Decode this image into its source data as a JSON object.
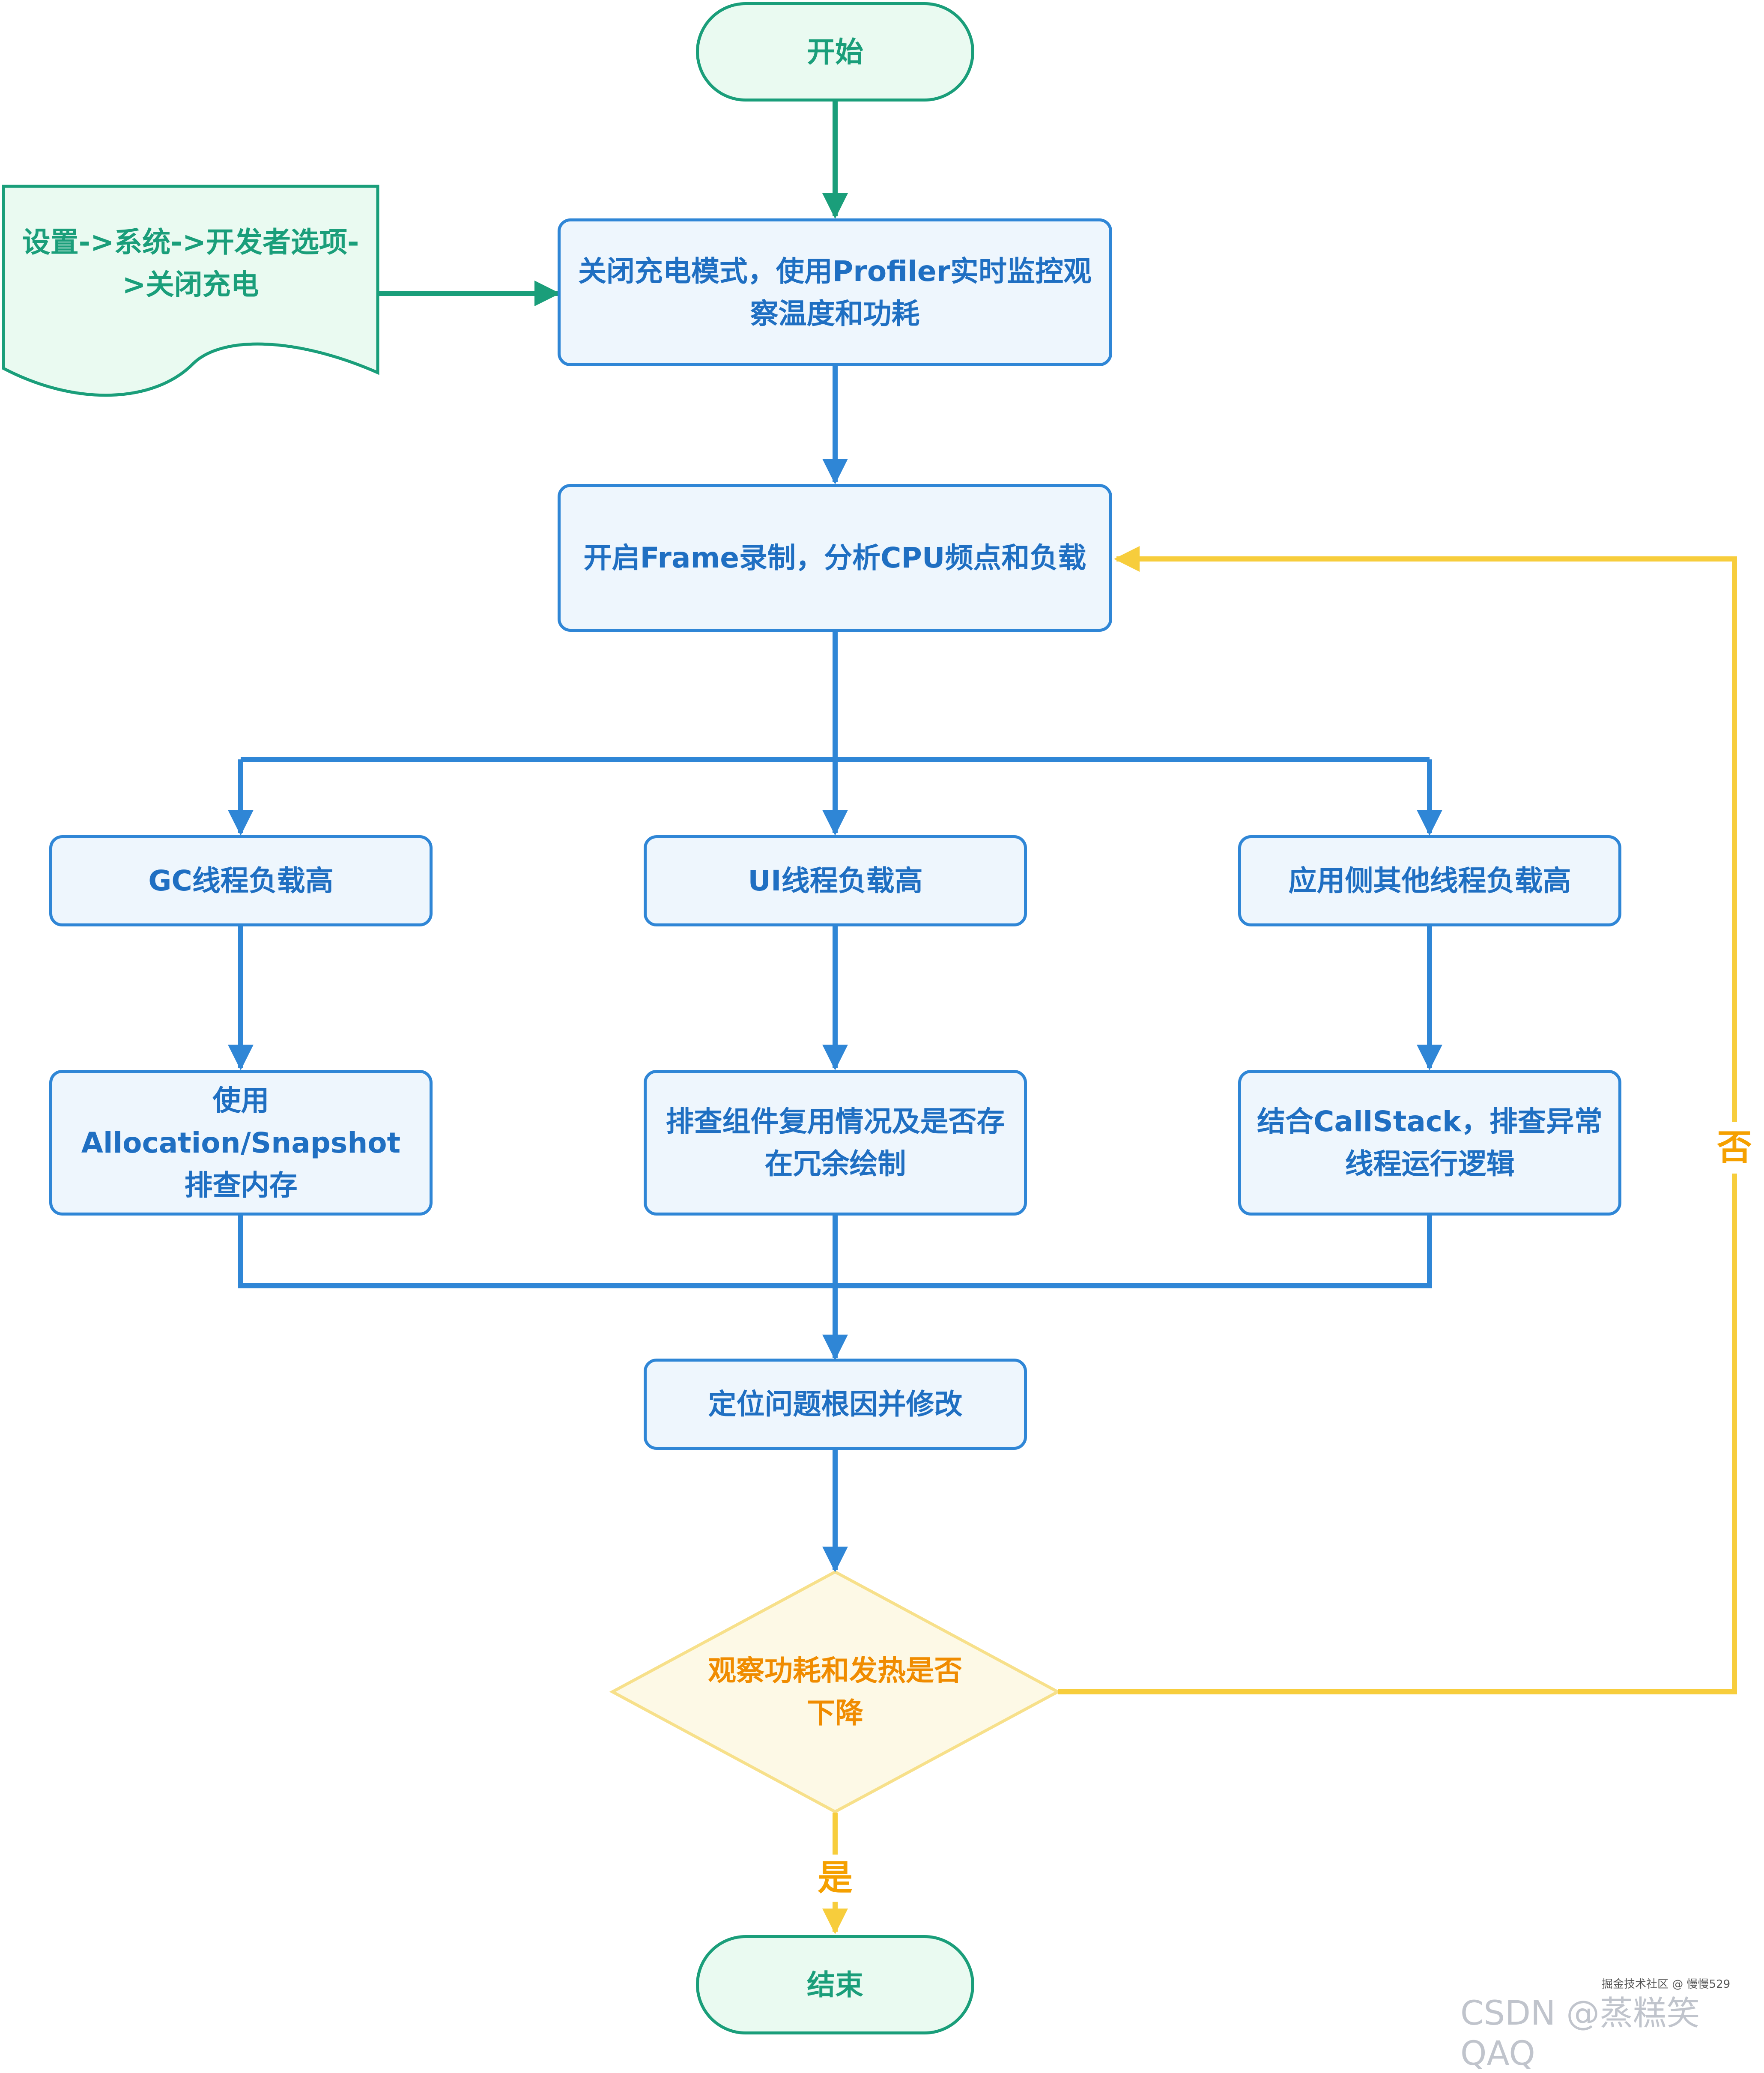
{
  "colors": {
    "green": "#1a9e7a",
    "blue": "#2f86d6",
    "yellow": "#f7cd3c",
    "orange_text": "#f08c00"
  },
  "nodes": {
    "start": "开始",
    "settings_doc": [
      "设置->系统->开发者选项-",
      ">关闭充电"
    ],
    "disable_charging": [
      "关闭充电模式，使用Profiler实时监控观",
      "察温度和功耗"
    ],
    "frame_record": "开启Frame录制，分析CPU频点和负载",
    "gc_high": "GC线程负载高",
    "ui_high": "UI线程负载高",
    "app_other_high": "应用侧其他线程负载高",
    "alloc_snapshot": [
      "使用Allocation/Snapshot",
      "排查内存"
    ],
    "component_reuse": [
      "排查组件复用情况及是否存",
      "在冗余绘制"
    ],
    "callstack": [
      "结合CallStack，排查异常",
      "线程运行逻辑"
    ],
    "locate_fix": "定位问题根因并修改",
    "decision": [
      "观察功耗和发热是否",
      "下降"
    ],
    "end": "结束"
  },
  "edge_labels": {
    "yes": "是",
    "no": "否"
  },
  "watermark": {
    "small": "掘金技术社区 @ 慢慢529",
    "large": "CSDN @蒸糕笑QAQ"
  }
}
